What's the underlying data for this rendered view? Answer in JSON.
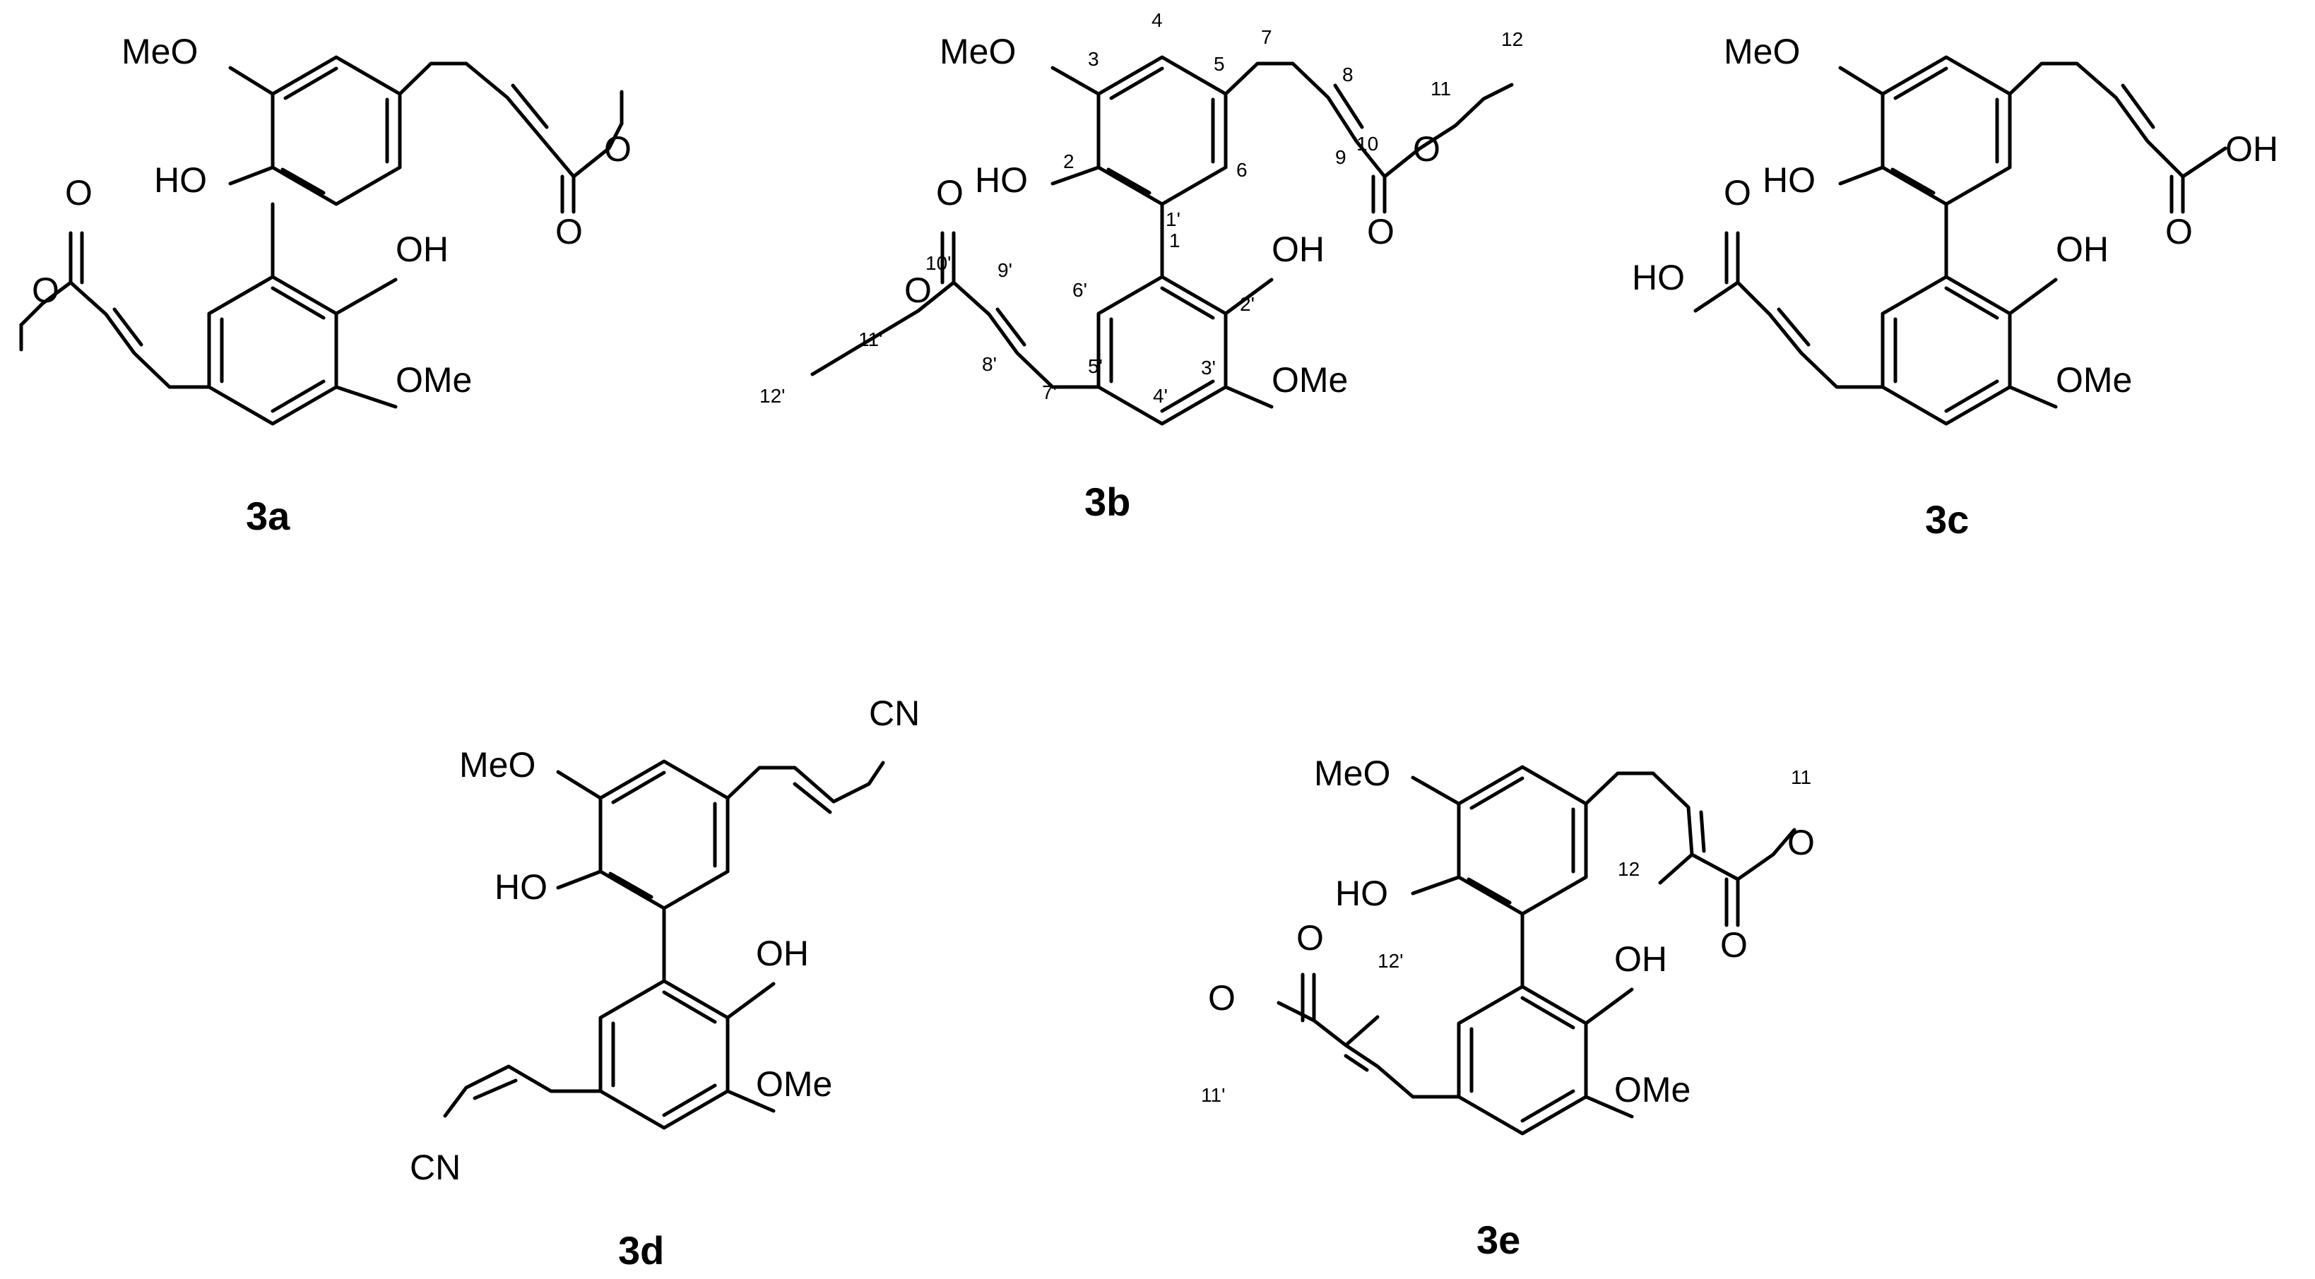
{
  "compounds": [
    {
      "id": "3a",
      "label": "3a",
      "groups": [
        "MeO",
        "HO",
        "OH",
        "OMe",
        "O",
        "O",
        "O",
        "O"
      ]
    },
    {
      "id": "3b",
      "label": "3b",
      "groups": [
        "MeO",
        "HO",
        "OH",
        "OMe",
        "O",
        "O",
        "O",
        "O"
      ],
      "atom_numbers": [
        "1",
        "2",
        "3",
        "4",
        "5",
        "6",
        "7",
        "8",
        "9",
        "10",
        "11",
        "12",
        "1'",
        "2'",
        "3'",
        "4'",
        "5'",
        "6'",
        "7'",
        "8'",
        "9'",
        "10'",
        "11'",
        "12'"
      ]
    },
    {
      "id": "3c",
      "label": "3c",
      "groups": [
        "MeO",
        "HO",
        "OH",
        "OMe",
        "OH",
        "O",
        "HO",
        "O"
      ]
    },
    {
      "id": "3d",
      "label": "3d",
      "groups": [
        "MeO",
        "HO",
        "OH",
        "OMe",
        "CN",
        "CN"
      ]
    },
    {
      "id": "3e",
      "label": "3e",
      "groups": [
        "MeO",
        "HO",
        "OH",
        "OMe",
        "O",
        "O",
        "O",
        "O"
      ],
      "atom_numbers": [
        "11",
        "12",
        "11'",
        "12'"
      ]
    }
  ]
}
